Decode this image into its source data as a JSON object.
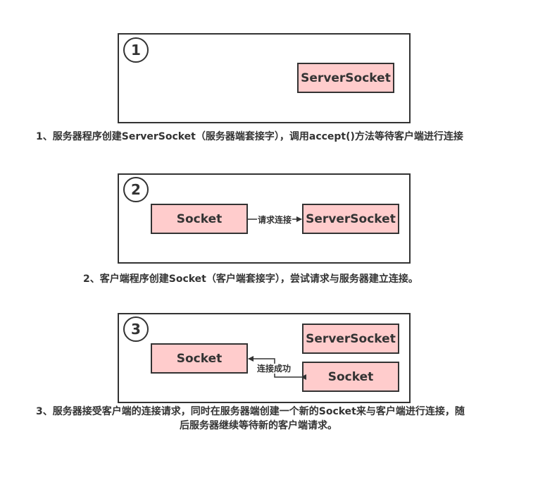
{
  "colors": {
    "node_fill": "#ffcccc",
    "stroke": "#333333",
    "background": "#ffffff"
  },
  "step1": {
    "number": "1",
    "server_socket_label": "ServerSocket",
    "caption": "1、服务器程序创建ServerSocket（服务器端套接字），调用accept()方法等待客户端进行连接"
  },
  "step2": {
    "number": "2",
    "socket_label": "Socket",
    "server_socket_label": "ServerSocket",
    "arrow_label": "请求连接",
    "caption": "2、客户端程序创建Socket（客户端套接字），尝试请求与服务器建立连接。"
  },
  "step3": {
    "number": "3",
    "client_socket_label": "Socket",
    "server_socket_label": "ServerSocket",
    "server_side_socket_label": "Socket",
    "arrow_label": "连接成功",
    "caption_line1": "3、服务器接受客户端的连接请求，同时在服务器端创建一个新的Socket来与客户端进行连接，随",
    "caption_line2": "后服务器继续等待新的客户端请求。"
  }
}
